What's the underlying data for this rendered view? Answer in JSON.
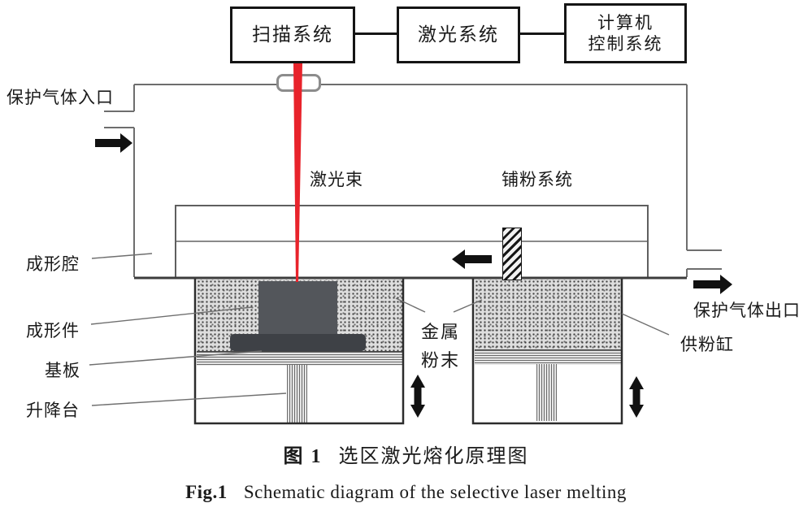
{
  "figure": {
    "boxes": {
      "scan": "扫描系统",
      "laser": "激光系统",
      "computer_line1": "计算机",
      "computer_line2": "控制系统"
    },
    "labels": {
      "gas_inlet": "保护气体入口",
      "laser_beam": "激光束",
      "powder_spreading": "铺粉系统",
      "forming_chamber": "成形腔",
      "formed_part": "成形件",
      "base_plate": "基板",
      "lifting_platform": "升降台",
      "metal_powder_line1": "金属",
      "metal_powder_line2": "粉末",
      "powder_supply_cylinder": "供粉缸",
      "gas_outlet": "保护气体出口"
    },
    "caption": {
      "zh_prefix": "图 1",
      "zh_text": "选区激光熔化原理图",
      "en_prefix": "Fig.1",
      "en_text": "Schematic diagram of the selective laser melting"
    },
    "colors": {
      "laser_red": "#e8232b",
      "arrow_black": "#111111",
      "chamber_gray": "#6e6e6e"
    }
  }
}
